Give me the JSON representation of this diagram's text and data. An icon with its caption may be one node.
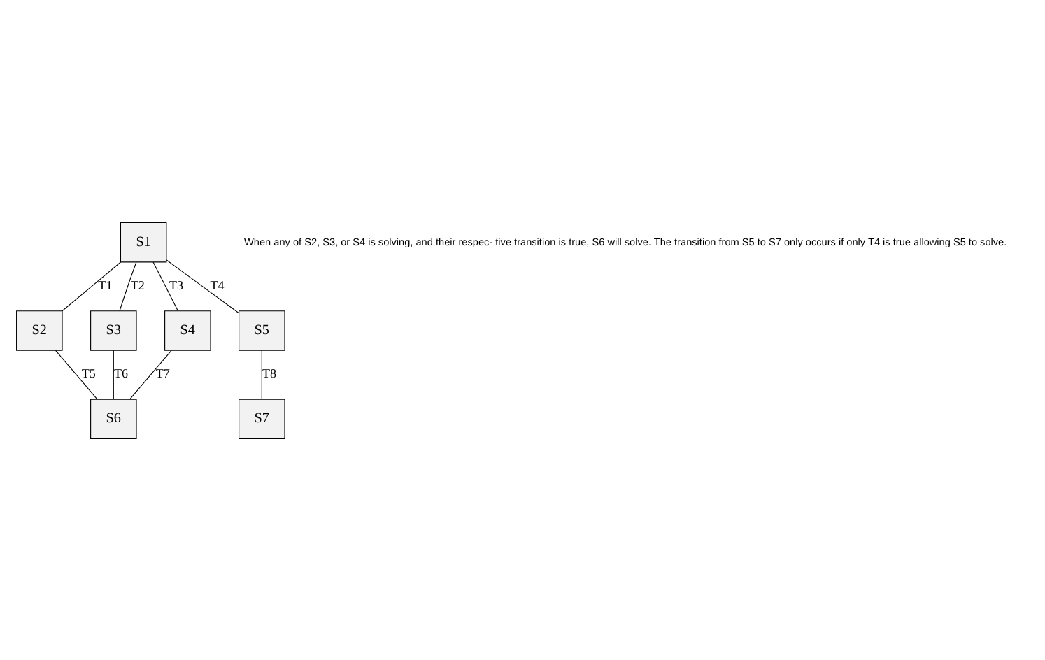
{
  "diagram": {
    "nodes": [
      {
        "text": [
          "S1"
        ]
      },
      {
        "text": [
          "S2"
        ]
      },
      {
        "text": [
          "S3"
        ]
      },
      {
        "text": [
          "S4"
        ]
      },
      {
        "text": [
          "S5"
        ]
      },
      {
        "text": [
          "S6"
        ]
      },
      {
        "text": [
          "S7"
        ]
      }
    ],
    "edges": [
      {
        "from": 0,
        "to": 1,
        "arrow": "none",
        "label": "T1"
      },
      {
        "from": 0,
        "to": 2,
        "arrow": "none",
        "label": "T2"
      },
      {
        "from": 0,
        "to": 3,
        "arrow": "none",
        "label": "T3"
      },
      {
        "from": 0,
        "to": 4,
        "arrow": "none",
        "label": "T4"
      },
      {
        "from": 1,
        "to": 5,
        "arrow": "none",
        "label": "T5"
      },
      {
        "from": 2,
        "to": 5,
        "arrow": "none",
        "label": "T6"
      },
      {
        "from": 3,
        "to": 5,
        "arrow": "none",
        "label": "T7"
      },
      {
        "from": 4,
        "to": 6,
        "arrow": "none",
        "label": "T8"
      }
    ],
    "labels": [
      "When any of S2, S3, or S4 is solving, and their respec- tive transition is true, S6 will solve. The transition from S5 to S7 only occurs if only T4 is true allowing S5 to solve."
    ]
  }
}
